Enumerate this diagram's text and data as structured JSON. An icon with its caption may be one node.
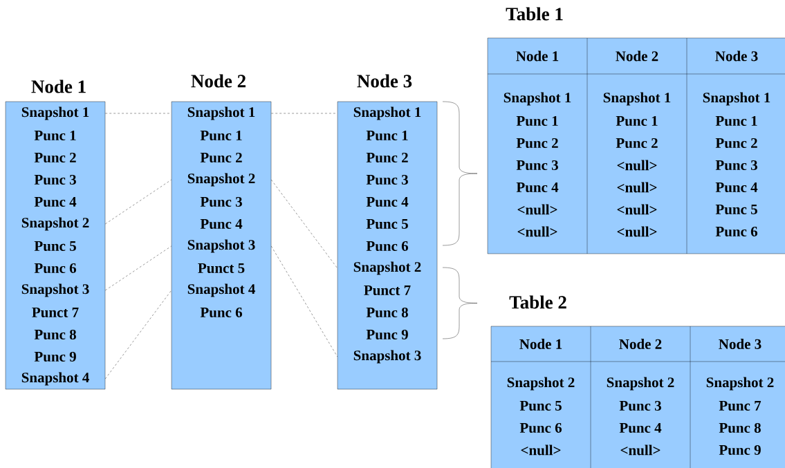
{
  "diagram": {
    "nodes": [
      {
        "text": [
          "Node 1"
        ]
      },
      {
        "text": [
          "Snapshot 1"
        ],
        "in": 0
      },
      {
        "text": [
          "Punc 1"
        ],
        "in": 0
      },
      {
        "text": [
          "Punc 2"
        ],
        "in": 0
      },
      {
        "text": [
          "Punc 3"
        ],
        "in": 0
      },
      {
        "text": [
          "Punc 4"
        ],
        "in": 0
      },
      {
        "text": [
          "Snapshot 2"
        ],
        "in": 0
      },
      {
        "text": [
          "Punc 5"
        ],
        "in": 0
      },
      {
        "text": [
          "Punc 6"
        ],
        "in": 0
      },
      {
        "text": [
          "Snapshot 3"
        ],
        "in": 0
      },
      {
        "text": [
          "Punct 7"
        ],
        "in": 0
      },
      {
        "text": [
          "Punc 8"
        ],
        "in": 0
      },
      {
        "text": [
          "Punc 9"
        ],
        "in": 0
      },
      {
        "text": [
          "Snapshot 4"
        ],
        "in": 0
      },
      {
        "text": [
          "Node 2"
        ]
      },
      {
        "text": [
          "Snapshot 1"
        ],
        "in": 14
      },
      {
        "text": [
          "Punc 1"
        ],
        "in": 14
      },
      {
        "text": [
          "Punc 2"
        ],
        "in": 14
      },
      {
        "text": [
          "Snapshot 2"
        ],
        "in": 14
      },
      {
        "text": [
          "Punc 3"
        ],
        "in": 14
      },
      {
        "text": [
          "Punc 4"
        ],
        "in": 14
      },
      {
        "text": [
          "Snapshot 3"
        ],
        "in": 14
      },
      {
        "text": [
          "Punct 5"
        ],
        "in": 14
      },
      {
        "text": [
          "Snapshot 4"
        ],
        "in": 14
      },
      {
        "text": [
          "Punc 6"
        ],
        "in": 14
      },
      {
        "text": [
          "Node 3"
        ]
      },
      {
        "text": [
          "Snapshot 1"
        ],
        "in": 25
      },
      {
        "text": [
          "Punc 1"
        ],
        "in": 25
      },
      {
        "text": [
          "Punc 2"
        ],
        "in": 25
      },
      {
        "text": [
          "Punc 3"
        ],
        "in": 25
      },
      {
        "text": [
          "Punc 4"
        ],
        "in": 25
      },
      {
        "text": [
          "Punc 5"
        ],
        "in": 25
      },
      {
        "text": [
          "Punc 6"
        ],
        "in": 25
      },
      {
        "text": [
          "Snapshot 2"
        ],
        "in": 25
      },
      {
        "text": [
          "Punct 7"
        ],
        "in": 25
      },
      {
        "text": [
          "Punc 8"
        ],
        "in": 25
      },
      {
        "text": [
          "Punc 9"
        ],
        "in": 25
      },
      {
        "text": [
          "Snapshot 3"
        ],
        "in": 25
      }
    ],
    "edges": [
      {
        "from": 1,
        "to": 15,
        "arrow": "none",
        "style": "dashed"
      },
      {
        "from": 15,
        "to": 26,
        "arrow": "none",
        "style": "dashed"
      },
      {
        "from": 6,
        "to": 18,
        "arrow": "none",
        "style": "dashed"
      },
      {
        "from": 9,
        "to": 21,
        "arrow": "none",
        "style": "dashed"
      },
      {
        "from": 13,
        "to": 23,
        "arrow": "none",
        "style": "dashed"
      },
      {
        "from": 18,
        "to": 33,
        "arrow": "none",
        "style": "dashed"
      },
      {
        "from": 21,
        "to": 37,
        "arrow": "none",
        "style": "dashed"
      }
    ],
    "labels": [
      "Table 1",
      "Node 1",
      "Node 2",
      "Node 3",
      "Snapshot 1",
      "Snapshot 1",
      "Snapshot 1",
      "Punc 1",
      "Punc 1",
      "Punc 1",
      "Punc 2",
      "Punc 2",
      "Punc 2",
      "Punc 3",
      "<null>",
      "Punc 3",
      "Punc 4",
      "<null>",
      "Punc 4",
      "<null>",
      "<null>",
      "Punc 5",
      "<null>",
      "<null>",
      "Punc 6",
      "Table 2",
      "Node 1",
      "Node 2",
      "Node 3",
      "Snapshot 2",
      "Snapshot 2",
      "Snapshot 2",
      "Punc 5",
      "Punc 3",
      "Punc 7",
      "Punc 6",
      "Punc 4",
      "Punc 8",
      "<null>",
      "<null>",
      "Punc 9"
    ]
  }
}
